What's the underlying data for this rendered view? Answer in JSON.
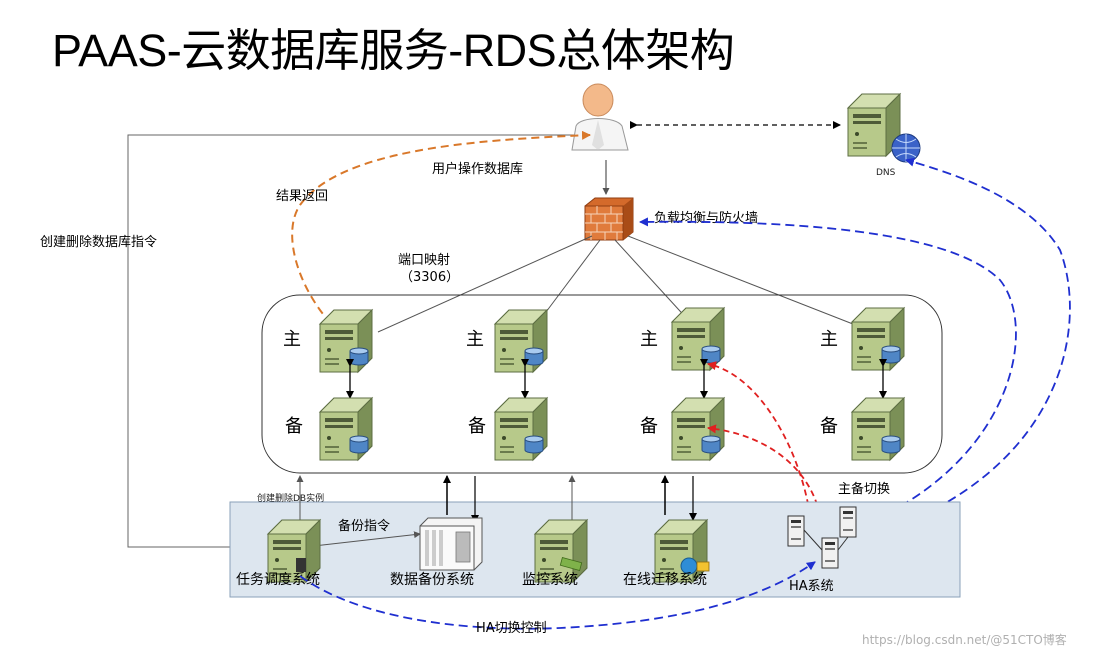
{
  "title": "PAAS-云数据库服务-RDS总体架构",
  "labels": {
    "user_operate_db": "用户操作数据库",
    "result_return": "结果返回",
    "create_delete_db_cmd": "创建删除数据库指令",
    "port_mapping": "端口映射",
    "port_number": "（3306）",
    "lb_firewall": "负载均衡与防火墙",
    "dns": "DNS",
    "master": "主",
    "standby": "备",
    "master_standby_switch": "主备切换",
    "create_delete_db_instance": "创建删除DB实例",
    "backup_cmd": "备份指令",
    "ha_switch_control": "HA切换控制"
  },
  "systems": {
    "task_scheduler": "任务调度系统",
    "data_backup": "数据备份系统",
    "monitoring": "监控系统",
    "online_migration": "在线迁移系统",
    "ha": "HA系统"
  },
  "watermark": "https://blog.csdn.net/@51CTO博客",
  "colors": {
    "server_green": "#b7c98a",
    "orange_dashed": "#d9782a",
    "blue_dashed": "#1f2fd0",
    "red_dashed": "#e02020",
    "system_panel_bg": "#dde6ef"
  }
}
